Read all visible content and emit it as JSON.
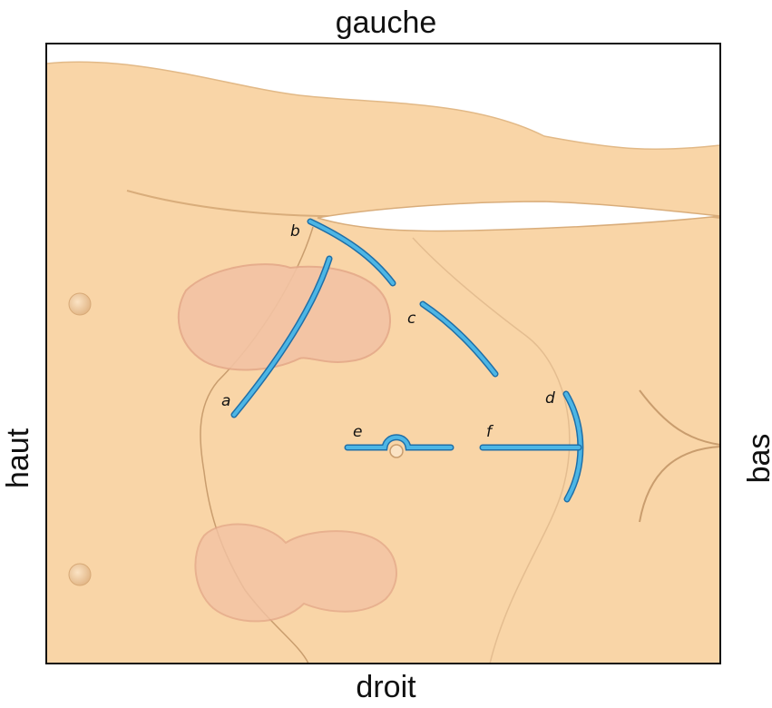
{
  "orientation": {
    "top": "gauche",
    "bottom": "droit",
    "left": "haut",
    "right": "bas"
  },
  "incisions": [
    {
      "id": "a",
      "label": "a"
    },
    {
      "id": "b",
      "label": "b"
    },
    {
      "id": "c",
      "label": "c"
    },
    {
      "id": "d",
      "label": "d"
    },
    {
      "id": "e",
      "label": "e"
    },
    {
      "id": "f",
      "label": "f"
    }
  ],
  "colors": {
    "skin": "#f9d5a7",
    "skin_edge": "#e2b987",
    "kidney": "#f3c3a4",
    "incision": "#4db6e5",
    "incision_edge": "#1f6fa8",
    "frame": "#111111"
  }
}
